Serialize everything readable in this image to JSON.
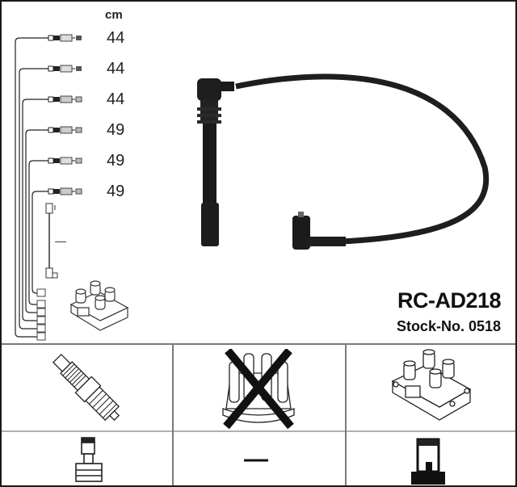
{
  "product": {
    "code": "RC-AD218",
    "stock_label": "Stock-No. 0518"
  },
  "lengths": {
    "unit": "cm",
    "items": [
      "44",
      "44",
      "44",
      "49",
      "49",
      "49"
    ]
  },
  "extra_lead_mark": "—",
  "compatibility_grid": {
    "row1": [
      {
        "name": "spark-plug",
        "crossed": false
      },
      {
        "name": "distributor-cap",
        "crossed": true
      },
      {
        "name": "ignition-coil",
        "crossed": false
      }
    ],
    "row2": [
      {
        "name": "plug-connector",
        "label": ""
      },
      {
        "name": "distributor-connector",
        "label": "—"
      },
      {
        "name": "coil-connector",
        "label": ""
      }
    ]
  }
}
